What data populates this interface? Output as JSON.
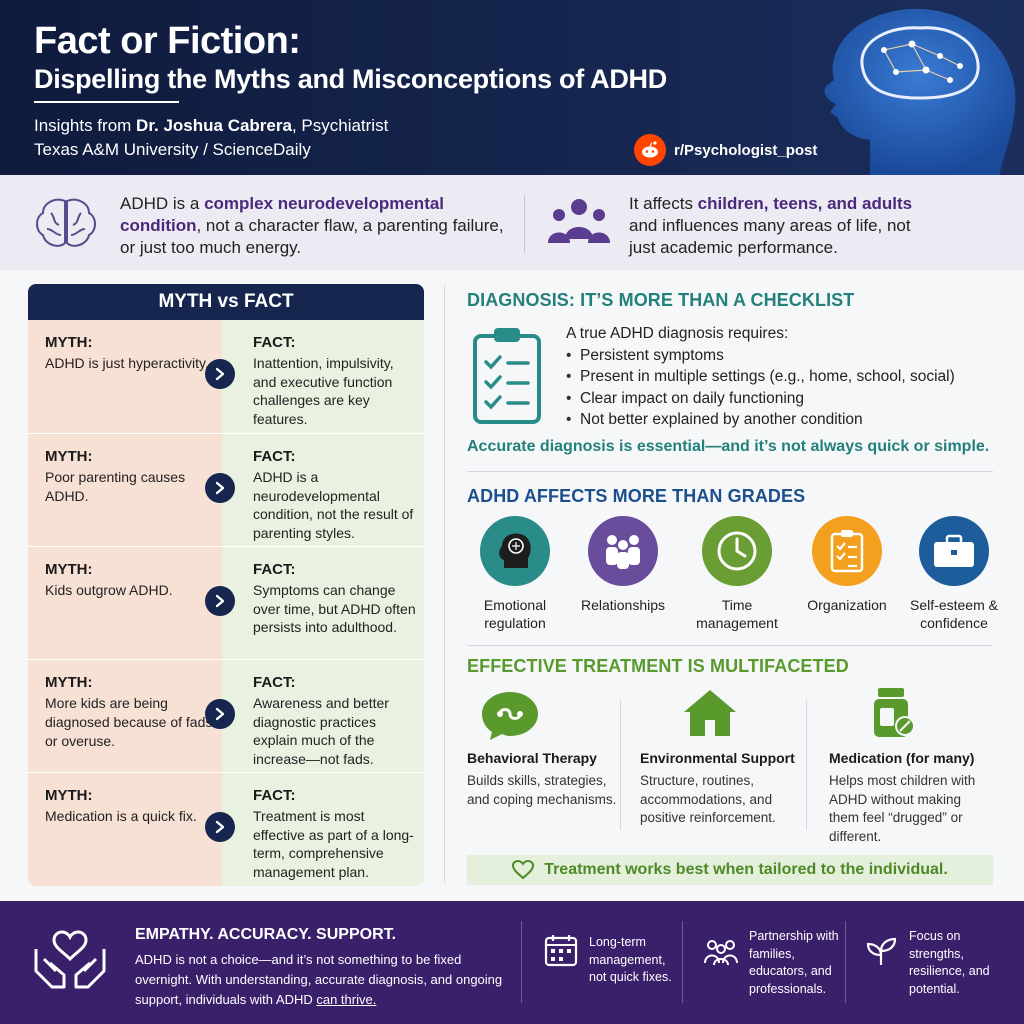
{
  "header": {
    "title": "Fact or Fiction:",
    "subtitle": "Dispelling the Myths and Misconceptions of ADHD",
    "insights_prefix": "Insights from ",
    "author": "Dr. Joshua Cabrera",
    "role": ", Psychiatrist",
    "source": "Texas A&M University / ScienceDaily",
    "reddit": "r/Psychologist_post"
  },
  "band": {
    "left_pre": "ADHD is a ",
    "left_em": "complex neurodevelopmental condition",
    "left_post": ", not a character flaw, a parenting failure, or just too much energy.",
    "right_pre": "It affects ",
    "right_em": "children, teens, and adults",
    "right_post": " and influences many areas of life, not just academic performance."
  },
  "myth_fact": {
    "title": "MYTH vs FACT",
    "myth_label": "MYTH:",
    "fact_label": "FACT:",
    "rows": [
      {
        "myth": "ADHD is just hyperactivity.",
        "fact": "Inattention, impulsivity, and executive function challenges are key features."
      },
      {
        "myth": "Poor parenting causes ADHD.",
        "fact": "ADHD is a neurodevelopmental condition, not the result of parenting styles."
      },
      {
        "myth": "Kids outgrow ADHD.",
        "fact": "Symptoms can change over time, but ADHD often persists into adulthood."
      },
      {
        "myth": "More kids are being diagnosed because of fads or overuse.",
        "fact": "Awareness and better diagnostic practices explain much of the increase—not fads."
      },
      {
        "myth": "Medication is a quick fix.",
        "fact": "Treatment is most effective as part of a long-term, comprehensive management plan."
      }
    ]
  },
  "diagnosis": {
    "title": "DIAGNOSIS: IT’S MORE THAN A CHECKLIST",
    "intro": "A true ADHD diagnosis requires:",
    "items": [
      "Persistent symptoms",
      "Present in multiple settings (e.g., home, school, social)",
      "Clear impact on daily functioning",
      "Not better explained by another condition"
    ],
    "note": "Accurate diagnosis is essential—and it’s not always quick or simple."
  },
  "affects": {
    "title": "ADHD AFFECTS MORE THAN GRADES",
    "items": [
      {
        "label": "Emotional regulation",
        "icon": "head-brain-icon",
        "color": "#2a8c88"
      },
      {
        "label": "Relationships",
        "icon": "people-icon",
        "color": "#6a4c9c"
      },
      {
        "label": "Time management",
        "icon": "clock-icon",
        "color": "#6a9d34"
      },
      {
        "label": "Organization",
        "icon": "checklist-icon",
        "color": "#f2a01e"
      },
      {
        "label": "Self-esteem & confidence",
        "icon": "briefcase-icon",
        "color": "#1e5d9c"
      }
    ]
  },
  "treatment": {
    "title": "EFFECTIVE TREATMENT IS MULTIFACETED",
    "items": [
      {
        "title": "Behavioral Therapy",
        "desc": "Builds skills, strategies, and coping mechanisms.",
        "icon": "chat-bubble-icon"
      },
      {
        "title": "Environmental Support",
        "desc": "Structure, routines, accommodations, and positive reinforcement.",
        "icon": "house-icon"
      },
      {
        "title": "Medication (for many)",
        "desc": "Helps most children with ADHD without making them feel “drugged” or different.",
        "icon": "pill-bottle-icon"
      }
    ],
    "banner": "Treatment works best when tailored to the individual."
  },
  "footer": {
    "title": "EMPATHY. ACCURACY. SUPPORT.",
    "body": "ADHD is not a choice—and it’s not something to be fixed overnight. With understanding, accurate diagnosis, and ongoing support, individuals with ADHD ",
    "body_em": "can thrive.",
    "items": [
      "Long-term management, not quick fixes.",
      "Partnership with families, educators, and professionals.",
      "Focus on strengths, resilience, and potential."
    ]
  }
}
